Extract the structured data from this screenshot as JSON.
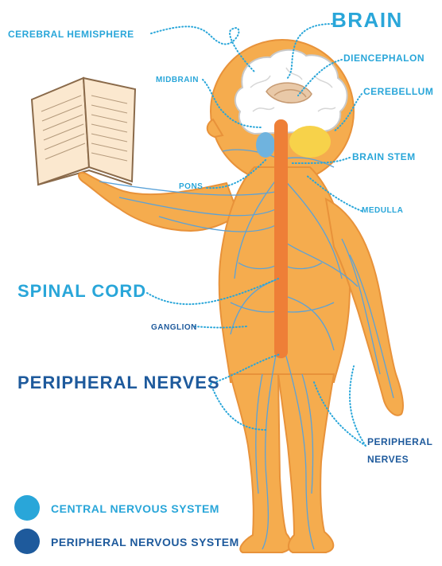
{
  "labels": {
    "brain": "BRAIN",
    "cerebral_hemisphere": "CEREBRAL HEMISPHERE",
    "diencephalon": "DIENCEPHALON",
    "midbrain": "MIDBRAIN",
    "cerebellum": "CEREBELLUM",
    "brain_stem": "BRAIN STEM",
    "pons": "PONS",
    "medulla": "MEDULLA",
    "spinal_cord": "SPINAL CORD",
    "ganglion": "GANGLION",
    "peripheral_nerves_left": "PERIPHERAL NERVES",
    "peripheral_nerves_right_line1": "PERIPHERAL",
    "peripheral_nerves_right_line2": "NERVES"
  },
  "legend": [
    {
      "label": "CENTRAL NERVOUS SYSTEM",
      "color": "#29a6d9"
    },
    {
      "label": "PERIPHERAL NERVOUS SYSTEM",
      "color": "#1e5a9c"
    }
  ],
  "colors": {
    "body": "#f5ac4e",
    "body_outline": "#e8923a",
    "brain": "#ffffff",
    "spinal_cord": "#ee7f37",
    "cerebellum": "#f7d24a",
    "pons": "#6fb3de",
    "nerves": "#5aa2d8",
    "book_page": "#fbe8cf"
  }
}
